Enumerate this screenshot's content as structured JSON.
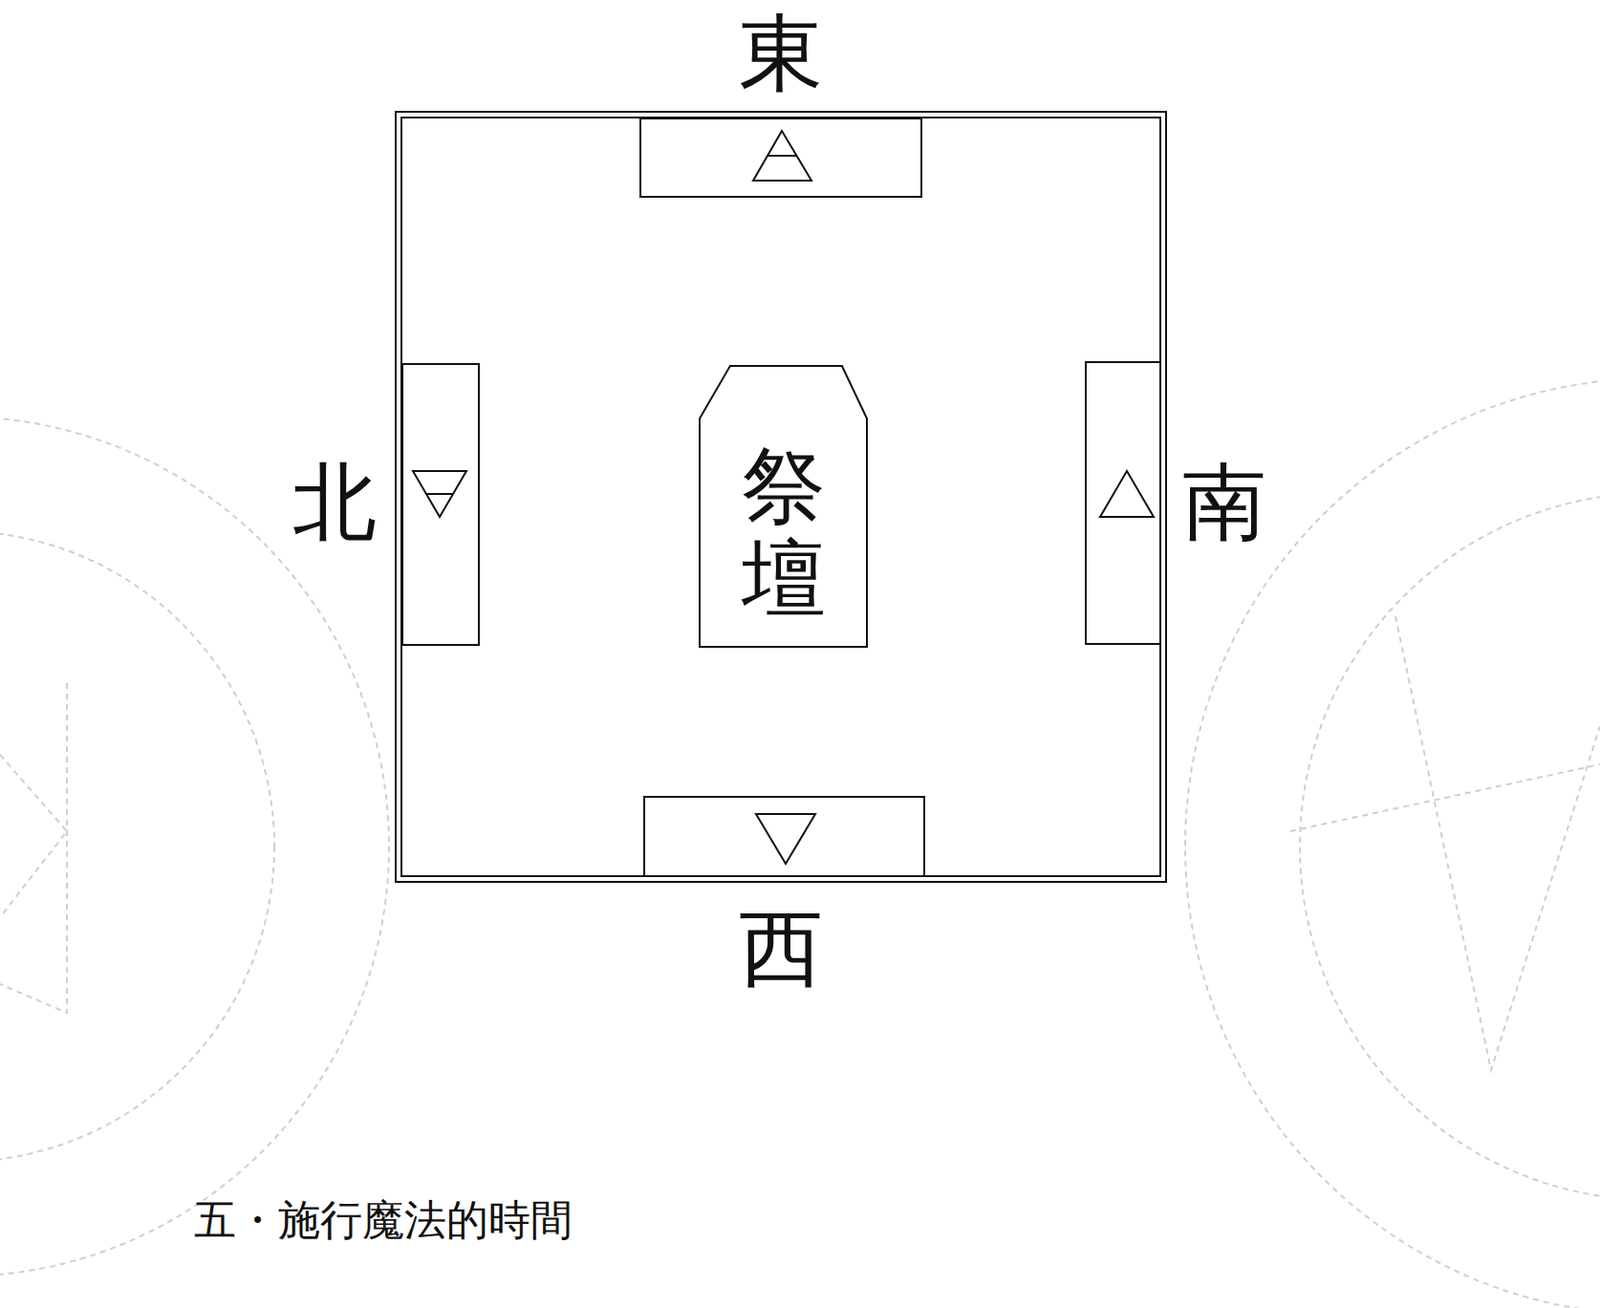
{
  "diagram": {
    "nodes": [
      {
        "text": [
          "祭壇"
        ]
      }
    ],
    "labels": [
      "東",
      "北",
      "南",
      "西",
      "五・施行魔法的時間"
    ]
  }
}
